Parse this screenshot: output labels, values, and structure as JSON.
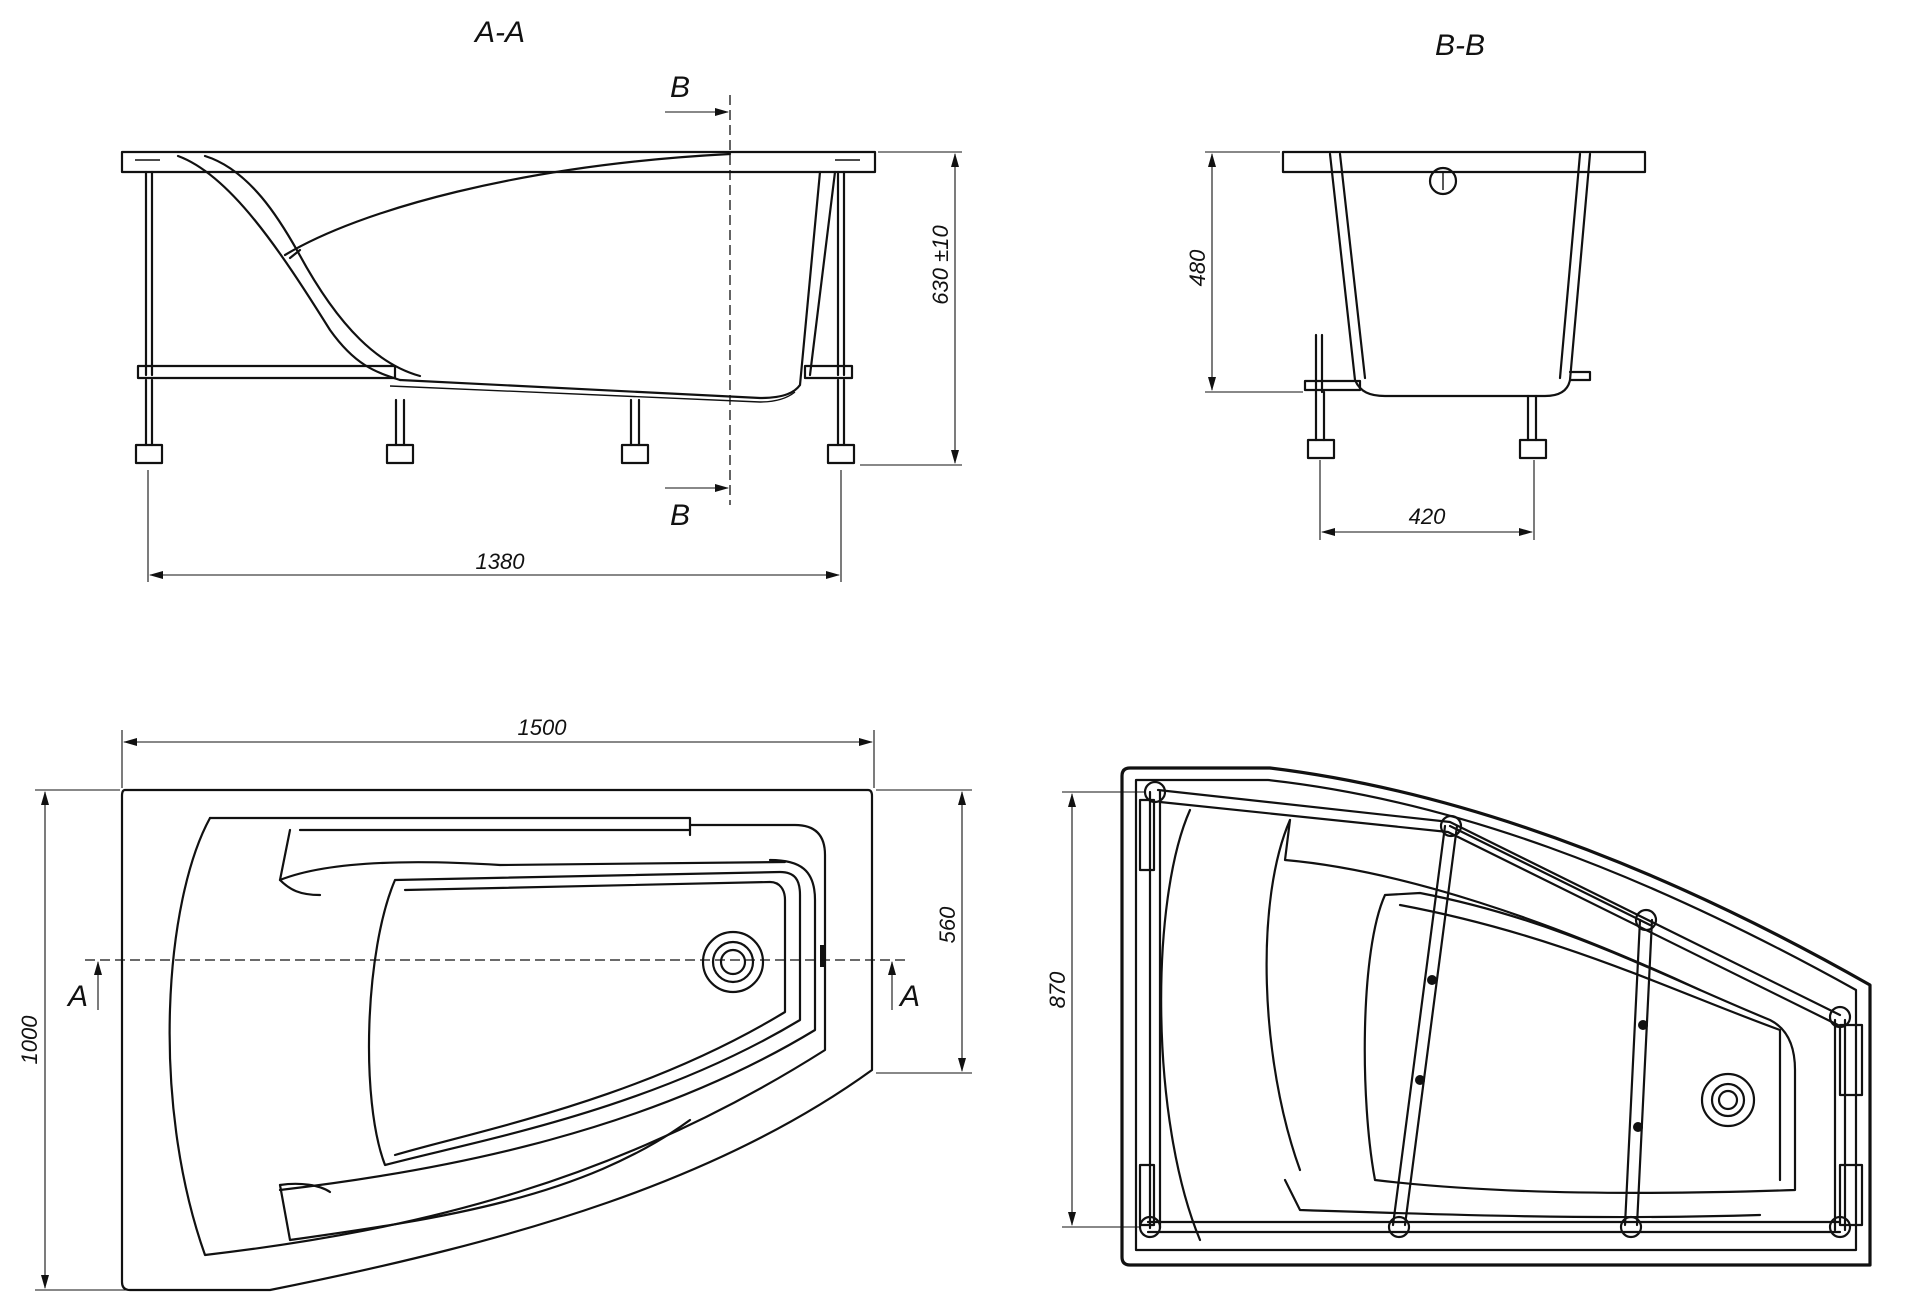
{
  "views": {
    "section_aa": {
      "title": "A-A",
      "cut_marker": "B",
      "dim_length": "1380",
      "dim_height": "630 ±10"
    },
    "section_bb": {
      "title": "B-B",
      "dim_height": "480",
      "dim_width": "420"
    },
    "plan_top": {
      "dim_length": "1500",
      "dim_width": "1000",
      "dim_narrow": "560",
      "cut_marker": "A"
    },
    "plan_frame": {
      "dim_frame_width": "870"
    }
  }
}
